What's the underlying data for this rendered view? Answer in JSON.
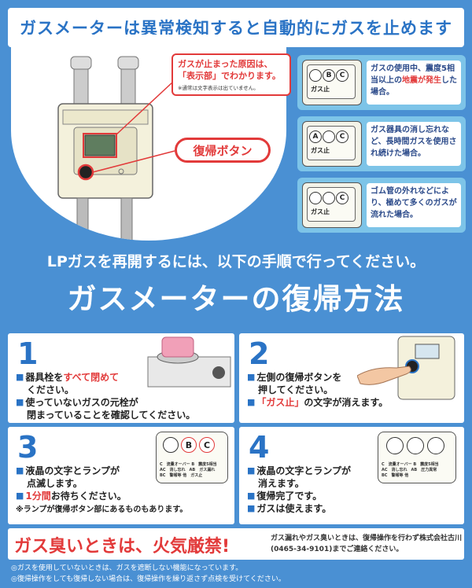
{
  "header": {
    "title": "ガスメーターは異常検知すると自動的にガスを止めます"
  },
  "meter": {
    "callout_line1": "ガスが止まった原因は、",
    "callout_line2": "「表示部」でわかります。",
    "callout_note": "※通常は文字表示は出ていません。",
    "reset_label": "復帰ボタン"
  },
  "cases": [
    {
      "lamps": [
        "",
        "B",
        "C"
      ],
      "stop_label": "ガス止",
      "desc_a": "ガスの使用中、震度5相当以上の",
      "desc_red": "地震が発生",
      "desc_b": "した場合。"
    },
    {
      "lamps": [
        "A",
        "",
        "C"
      ],
      "stop_label": "ガス止",
      "desc_a": "ガス器具の消し忘れなど、長時間ガスを使用され続けた場合。",
      "desc_red": "",
      "desc_b": ""
    },
    {
      "lamps": [
        "",
        "",
        "C"
      ],
      "stop_label": "ガス止",
      "desc_a": "ゴム管の外れなどにより、極めて多くのガスが流れた場合。",
      "desc_red": "",
      "desc_b": ""
    }
  ],
  "sub_heading": "LPガスを再開するには、以下の手順で行ってください。",
  "main_title": "ガスメーターの復帰方法",
  "steps": [
    {
      "num": "1",
      "b1_pre": "器具栓を",
      "b1_red": "すべて閉めて",
      "b1_cont": "ください。",
      "b2": "使っていないガスの元栓が",
      "b2_cont": "閉まっていることを確認してください。"
    },
    {
      "num": "2",
      "b1": "左側の復帰ボタンを",
      "b1_cont": "押してください。",
      "b2_red": "「ガス止」",
      "b2": "の文字が消えます。"
    },
    {
      "num": "3",
      "b1": "液晶の文字とランプが",
      "b1_cont": "点滅します。",
      "b2_red": "1分間",
      "b2": "お待ちください。",
      "note": "※ランプが復帰ボタン部にあるものもあります。",
      "lcd_lamps": [
        "",
        "B",
        "C"
      ],
      "lcd_rows": [
        "C　流量オーバー B　震度5相当",
        "AC　消し忘れ　AB　ガス漏れ",
        "BC　警報等 他　ガス止"
      ]
    },
    {
      "num": "4",
      "b1": "液晶の文字とランプが",
      "b1_cont": "消えます。",
      "b2": "復帰完了です。",
      "b3": "ガスは使えます。",
      "lcd_rows": [
        "C　流量オーバー B　震度5相当",
        "AC　消し忘れ　AB　圧力異常",
        "BC　警報等 他"
      ]
    }
  ],
  "warning": {
    "title": "ガス臭いときは、火気厳禁!",
    "text": "ガス漏れやガス臭いときは、復帰操作を行わず株式会社古川(0465-34-9101)までご連絡ください。"
  },
  "footnotes": [
    "◎ガスを使用していないときは、ガスを遮断しない機能になっています。",
    "◎復帰操作をしても復帰しない場合は、復帰操作を繰り返さず点検を受けてください。"
  ],
  "colors": {
    "background": "#4a90d3",
    "accent_blue": "#2a73c5",
    "alert_red": "#e23a3a",
    "case_blue": "#7dc4e8"
  }
}
